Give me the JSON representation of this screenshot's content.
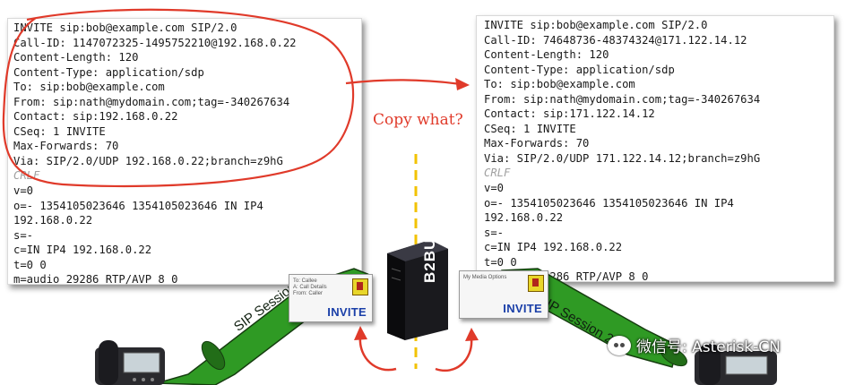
{
  "left_message": {
    "lines": [
      "INVITE sip:bob@example.com SIP/2.0",
      "Call-ID: 1147072325-1495752210@192.168.0.22",
      "Content-Length: 120",
      "Content-Type: application/sdp",
      "To: sip:bob@example.com",
      "From: sip:nath@mydomain.com;tag=-340267634",
      "Contact: sip:192.168.0.22",
      "CSeq: 1 INVITE",
      "Max-Forwards: 70",
      "Via: SIP/2.0/UDP 192.168.0.22;branch=z9hG",
      "CRLF",
      "v=0",
      "o=- 1354105023646 1354105023646 IN IP4",
      "192.168.0.22",
      "s=-",
      "c=IN IP4 192.168.0.22",
      "t=0 0",
      "m=audio 29286 RTP/AVP 8 0"
    ]
  },
  "right_message": {
    "lines": [
      "INVITE sip:bob@example.com SIP/2.0",
      "Call-ID: 74648736-48374324@171.122.14.12",
      "Content-Length: 120",
      "Content-Type: application/sdp",
      "To: sip:bob@example.com",
      "From: sip:nath@mydomain.com;tag=-340267634",
      "Contact: sip:171.122.14.12",
      "CSeq: 1 INVITE",
      "Max-Forwards: 70",
      "Via: SIP/2.0/UDP 171.122.14.12;branch=z9hG",
      "CRLF",
      "v=0",
      "o=- 1354105023646 1354105023646 IN IP4",
      "192.168.0.22",
      "s=-",
      "c=IN IP4 192.168.0.22",
      "t=0 0",
      "m=audio 29286 RTP/AVP 8 0"
    ]
  },
  "annotation": {
    "copy_label": "Copy what?"
  },
  "server": {
    "label": "B2BUA",
    "symbol": "<|>"
  },
  "sessions": {
    "left": "SIP Session 1",
    "right": "SIP Session 2"
  },
  "envelopes": {
    "left": {
      "label": "INVITE",
      "small_text": "To: Callee\nA: Call Details\nFrom: Caller"
    },
    "right": {
      "label": "INVITE",
      "small_text": "My Media Options"
    }
  },
  "watermark": {
    "text": "微信号: Asterisk-CN"
  },
  "colors": {
    "annotation_red": "#e03a2a",
    "tunnel_green": "#2e8b1e",
    "invite_blue": "#1a3fa8",
    "divider_yellow": "#f2c200"
  }
}
